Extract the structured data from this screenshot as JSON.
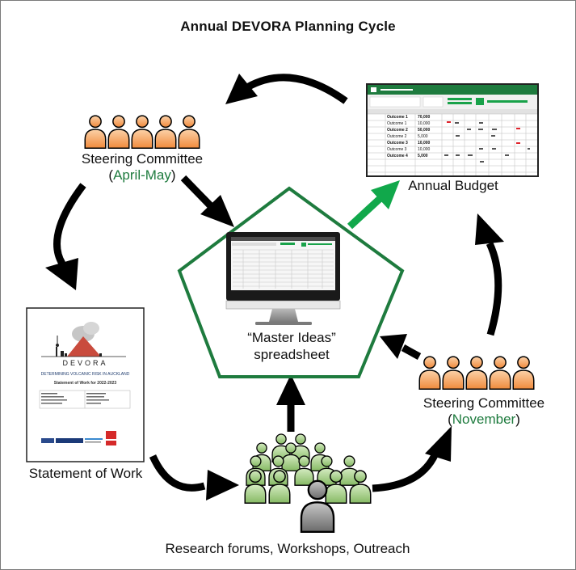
{
  "title": "Annual DEVORA Planning Cycle",
  "steering_spring": {
    "label": "Steering Committee",
    "open": "(",
    "period": "April-May",
    "close": ")"
  },
  "steering_november": {
    "label": "Steering Committee",
    "open": "(",
    "period": "November",
    "close": ")"
  },
  "annual_budget": {
    "label": "Annual Budget"
  },
  "master_ideas": {
    "line1": "“Master Ideas”",
    "line2": "spreadsheet"
  },
  "statement_of_work": {
    "label": "Statement of Work",
    "doc_logo": "DEVORA",
    "doc_subtitle": "DETERMINING VOLCANIC RISK IN AUCKLAND",
    "doc_heading": "Statement of Work for 2022-2023"
  },
  "research": {
    "label": "Research forums, Workshops, Outreach"
  },
  "budget_table": {
    "rows": [
      {
        "name": "Outcome 1",
        "value": "70,000",
        "bold": true
      },
      {
        "name": "Outcome 1",
        "value": "10,000",
        "bold": false
      },
      {
        "name": "Outcome 2",
        "value": "50,000",
        "bold": true
      },
      {
        "name": "Outcome 2",
        "value": "5,000",
        "bold": false
      },
      {
        "name": "Outcome 3",
        "value": "10,000",
        "bold": true
      },
      {
        "name": "Outcome 3",
        "value": "10,000",
        "bold": false
      },
      {
        "name": "Outcome 4",
        "value": "5,000",
        "bold": true
      }
    ]
  },
  "colors": {
    "accent_green": "#1e7b3e",
    "arrow_green": "#11a84b",
    "person_orange": "#f4a256",
    "person_green": "#a6cf86",
    "person_grey": "#8a8a8a",
    "arrow_black": "#000000"
  }
}
